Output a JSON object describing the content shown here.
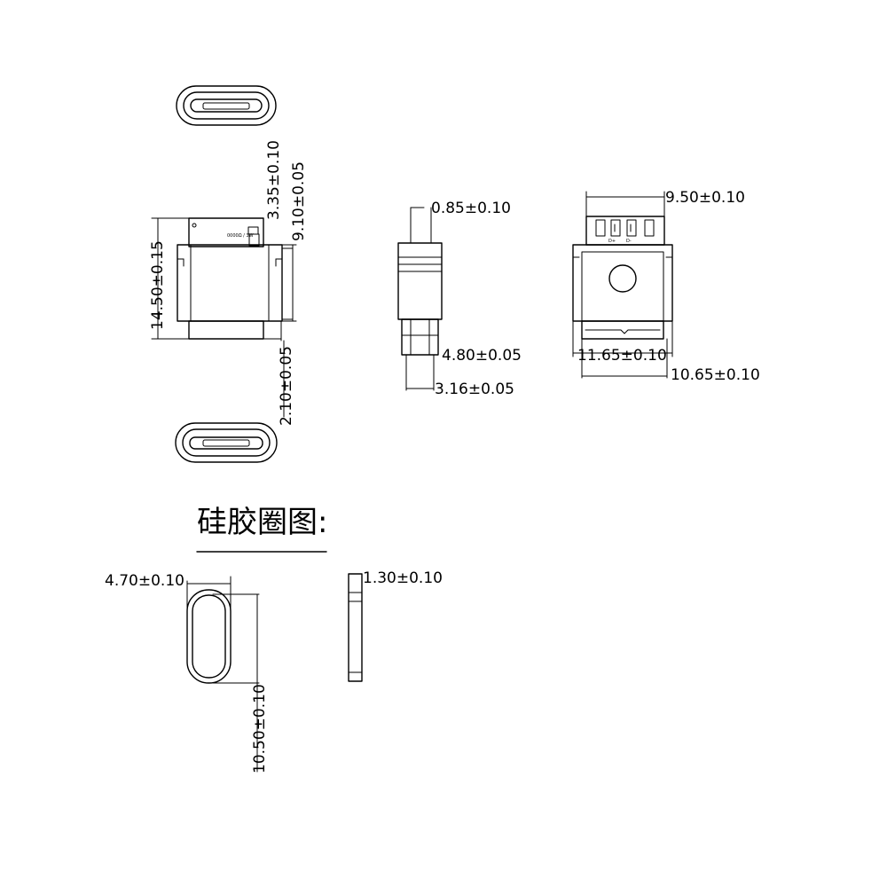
{
  "dims": {
    "d_335": "3.35±0.10",
    "d_910": "9.10±0.05",
    "d_1450": "14.50±0.15",
    "d_210": "2.10±0.05",
    "d_085": "0.85±0.10",
    "d_480": "4.80±0.05",
    "d_316": "3.16±0.05",
    "d_950": "9.50±0.10",
    "d_1165": "11.65±0.10",
    "d_1065": "10.65±0.10",
    "d_470": "4.70±0.10",
    "d_1050": "10.50±0.10",
    "d_130": "1.30±0.10"
  },
  "silicone_title": "硅胶圈图:",
  "board_marking": "0000Ω / 3W",
  "pin_labels": [
    "D+",
    "D-"
  ]
}
